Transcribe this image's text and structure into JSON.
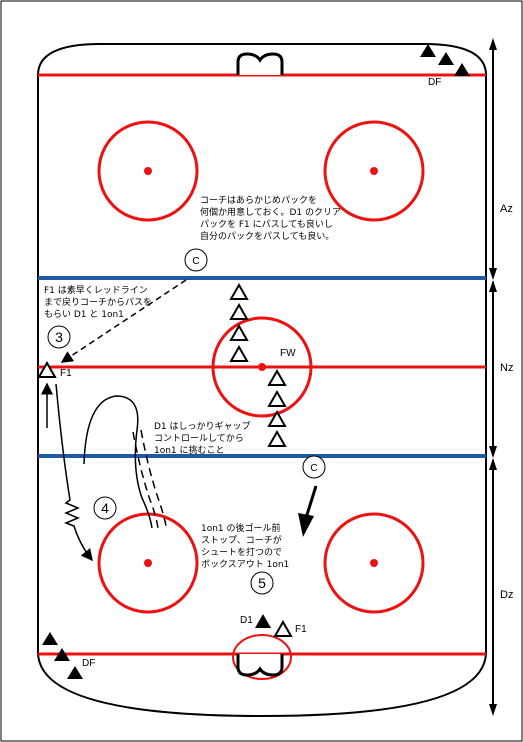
{
  "zones": {
    "az": "Az",
    "nz": "Nz",
    "dz": "Dz"
  },
  "players": {
    "df_top": "DF",
    "df_bottom": "DF",
    "fw": "FW",
    "f1_left": "F1",
    "d1_bottom": "D1",
    "f1_bottom": "F1",
    "coach_top": "C",
    "coach_bottom": "C"
  },
  "steps": {
    "s3": "3",
    "s4": "4",
    "s5": "5"
  },
  "notes": {
    "coach_prep": [
      "コーチはあらかじめパックを",
      "何個か用意しておく。D1 のクリア",
      "パックを F1 にパスしても良いし",
      "自分のパックをパスしても良い。"
    ],
    "f1_note": [
      "F1 は素早くレッドライン",
      "まで戻りコーチからパスを",
      "もらい D1 と 1on1"
    ],
    "d1_note": [
      "D1 はしっかりギャップ",
      "コントロールしてから",
      "1on1 に挑むこと"
    ],
    "oneonone_note": [
      "1on1 の後ゴール前",
      "ストップ、コーチが",
      "シュートを打つので",
      "ボックスアウト 1on1"
    ]
  },
  "colors": {
    "red_line": "#ee1111",
    "blue_line": "#1f5aa6",
    "circle": "#ee1111",
    "ink": "#000000"
  }
}
